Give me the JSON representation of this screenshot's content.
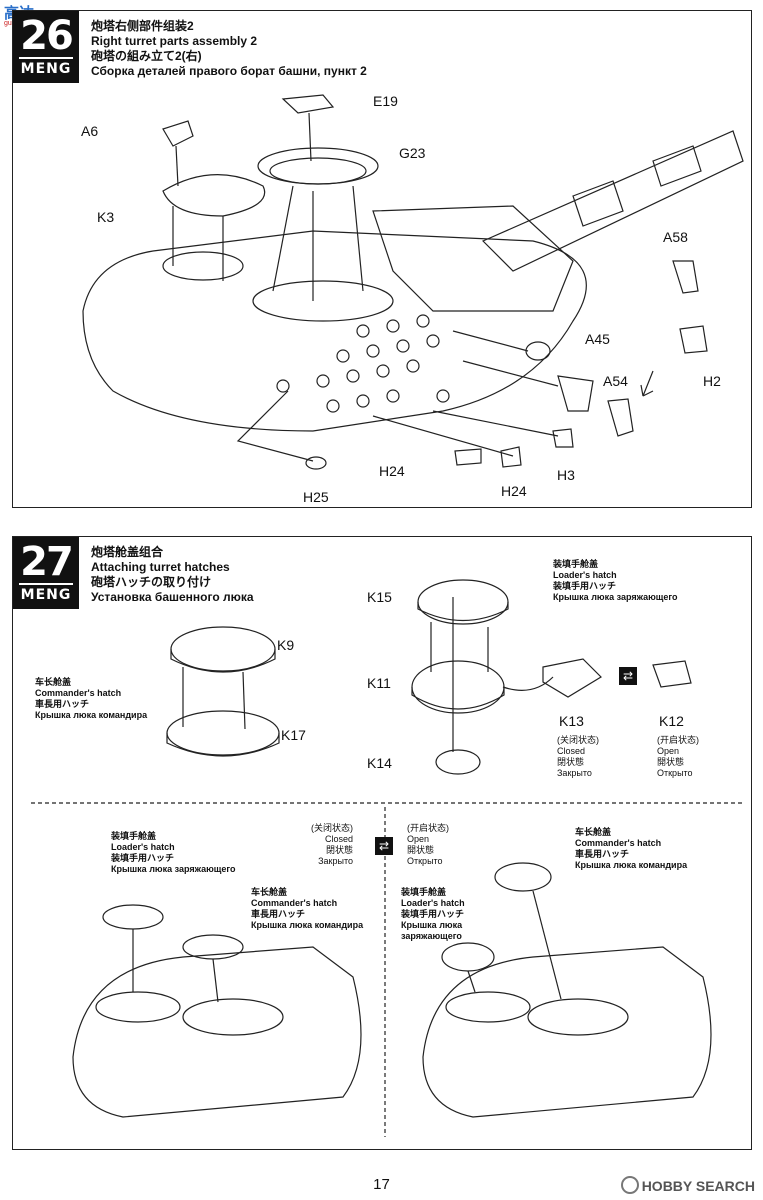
{
  "watermark": {
    "text": "高达",
    "sub": "gundam shop"
  },
  "step26": {
    "number": "26",
    "logo": "MENG",
    "title_cn": "炮塔右侧部件组装2",
    "title_en": "Right turret parts assembly 2",
    "title_jp": "砲塔の組み立て2(右)",
    "title_ru": "Сборка деталей правого борат башни, пункт 2",
    "parts": [
      "E19",
      "A6",
      "G23",
      "K3",
      "A58",
      "A45",
      "A54",
      "H2",
      "H24",
      "H3",
      "H24",
      "H25"
    ]
  },
  "step27": {
    "number": "27",
    "logo": "MENG",
    "title_cn": "炮塔舱盖组合",
    "title_en": "Attaching turret hatches",
    "title_jp": "砲塔ハッチの取り付け",
    "title_ru": "Установка башенного люка",
    "parts": [
      "K15",
      "K9",
      "K11",
      "K17",
      "K13",
      "K12",
      "K14"
    ],
    "loader_hatch": {
      "cn": "装填手舱盖",
      "en": "Loader's hatch",
      "jp": "装填手用ハッチ",
      "ru": "Крышка люка заряжающего"
    },
    "commander_hatch": {
      "cn": "车长舱盖",
      "en": "Commander's hatch",
      "jp": "車長用ハッチ",
      "ru": "Крышка люка командира"
    },
    "closed": {
      "cn": "(关闭状态)",
      "en": "Closed",
      "jp": "閉状態",
      "ru": "Закрыто"
    },
    "open": {
      "cn": "(开启状态)",
      "en": "Open",
      "jp": "開状態",
      "ru": "Открыто"
    },
    "closed_state": {
      "cn": "(关闭状态)",
      "en": "Closed",
      "jp": "閉状態",
      "ru": "Закрыто"
    },
    "open_state": {
      "cn": "(开启状态)",
      "en": "Open",
      "jp": "開状態",
      "ru": "Открыто"
    },
    "left_loader": {
      "cn": "装填手舱盖",
      "en": "Loader's hatch",
      "jp": "装填手用ハッチ",
      "ru": "Крышка люка заряжающего"
    },
    "left_commander": {
      "cn": "车长舱盖",
      "en": "Commander's hatch",
      "jp": "車長用ハッチ",
      "ru": "Крышка люка командира"
    },
    "right_commander": {
      "cn": "车长舱盖",
      "en": "Commander's hatch",
      "jp": "車長用ハッチ",
      "ru": "Крышка люка командира"
    },
    "right_loader": {
      "cn": "装填手舱盖",
      "en": "Loader's hatch",
      "jp": "装填手用ハッチ",
      "ru1": "Крышка люка",
      "ru2": "заряжающего"
    }
  },
  "page_number": "17",
  "footer_brand": "HOBBY SEARCH"
}
